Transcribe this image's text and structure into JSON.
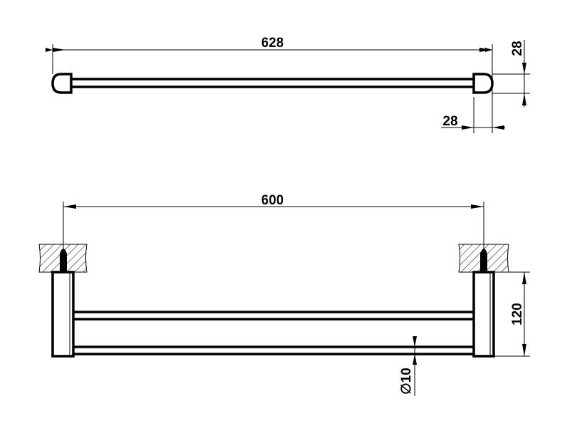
{
  "top_view": {
    "overall_length": "628",
    "cap_height": "28",
    "cap_width": "28"
  },
  "front_view": {
    "center_distance": "600",
    "projection": "120",
    "rod_diameter": "∅10"
  },
  "colors": {
    "line": "#000000",
    "background": "#ffffff"
  }
}
